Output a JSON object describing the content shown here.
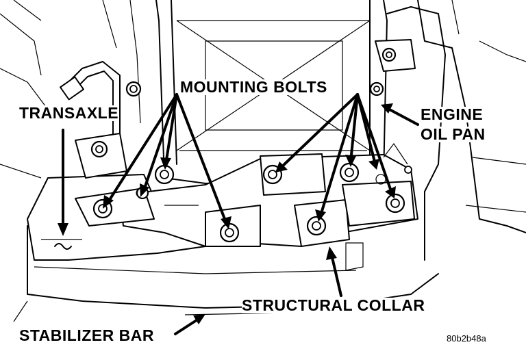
{
  "labels": {
    "mounting_bolts": "MOUNTING BOLTS",
    "transaxle": "TRANSAXLE",
    "engine": "ENGINE",
    "oil_pan": "OIL PAN",
    "structural_collar": "STRUCTURAL COLLAR",
    "stabilizer_bar": "STABILIZER BAR",
    "figure_code": "80b2b48a"
  },
  "icons": {
    "bolt": "hex-bolt-icon",
    "arrow": "leader-arrow-icon"
  },
  "colors": {
    "ink": "#000000",
    "paper": "#ffffff"
  }
}
